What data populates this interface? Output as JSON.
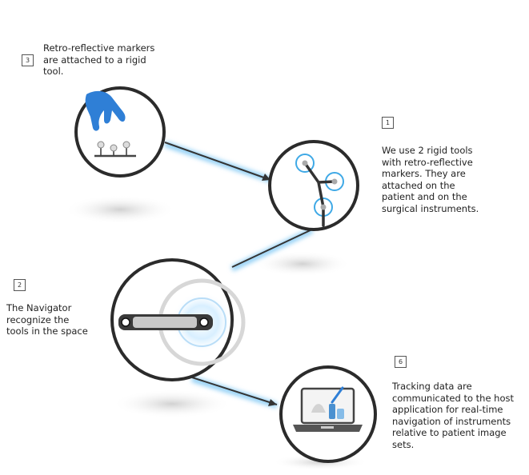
{
  "steps": [
    {
      "number": "3",
      "text": "Retro-reflective markers\nare attached to a rigid\ntool."
    },
    {
      "number": "1",
      "text": "We use 2 rigid tools\nwith retro-reflective\nmarkers. They are\nattached on the\npatient and on the\nsurgical instruments."
    },
    {
      "number": "2",
      "text": "The Navigator\nrecognize the\ntools in the space"
    },
    {
      "number": "6",
      "text": "Tracking data are\ncommunicated to the host\napplication for real-time\nnavigation of instruments\nrelative to patient image\nsets."
    }
  ],
  "icons": {
    "step3": "hand-placing-markers-icon",
    "step1": "rigid-tool-with-markers-icon",
    "step2": "navigator-camera-icon",
    "step6": "laptop-tracking-icon"
  },
  "colors": {
    "outline": "#2b2b2b",
    "accent_blue": "#3fa9e6",
    "glow_blue": "#a8d8f8",
    "connector": "#333333"
  }
}
